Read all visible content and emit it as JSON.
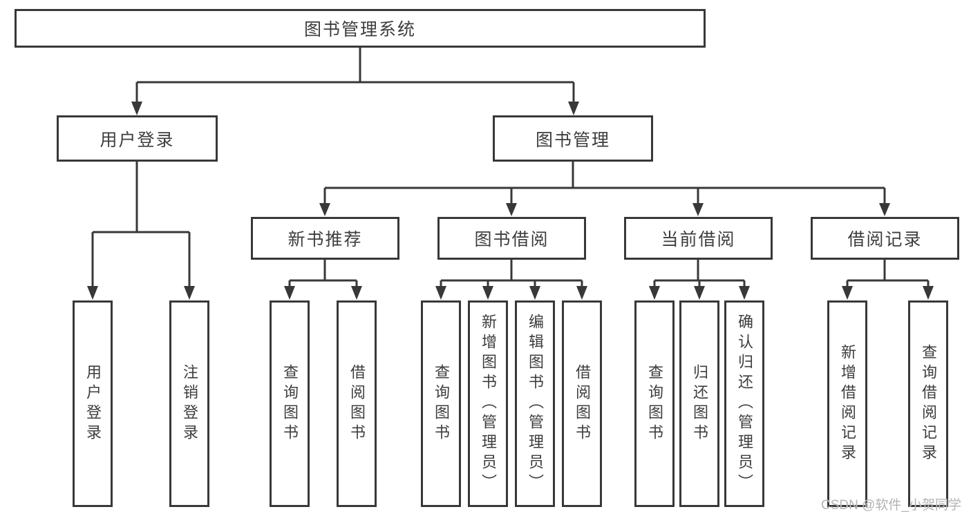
{
  "diagram": {
    "type": "hierarchy-tree",
    "title": "图书管理系统",
    "nodes": {
      "root": {
        "label": "图书管理系统"
      },
      "user_login": {
        "label": "用户登录"
      },
      "book_mgmt": {
        "label": "图书管理"
      },
      "new_book_rec": {
        "label": "新书推荐"
      },
      "book_borrow": {
        "label": "图书借阅"
      },
      "current_borrow": {
        "label": "当前借阅"
      },
      "borrow_records": {
        "label": "借阅记录"
      },
      "leaf_user_login": {
        "label": "用户登录"
      },
      "leaf_logout": {
        "label": "注销登录"
      },
      "leaf_query_book_rec": {
        "label": "查询图书"
      },
      "leaf_borrow_book_rec": {
        "label": "借阅图书"
      },
      "leaf_query_book_borrow": {
        "label": "查询图书"
      },
      "leaf_add_book_admin": {
        "label": "新增图书（管理员）"
      },
      "leaf_edit_book_admin": {
        "label": "编辑图书（管理员）"
      },
      "leaf_borrow_book_borrow": {
        "label": "借阅图书"
      },
      "leaf_query_book_current": {
        "label": "查询图书"
      },
      "leaf_return_book": {
        "label": "归还图书"
      },
      "leaf_confirm_return_admin": {
        "label": "确认归还（管理员）"
      },
      "leaf_add_borrow_record": {
        "label": "新增借阅记录"
      },
      "leaf_query_borrow_record": {
        "label": "查询借阅记录"
      }
    },
    "structure": {
      "root": [
        "user_login",
        "book_mgmt"
      ],
      "user_login": [
        "leaf_user_login",
        "leaf_logout"
      ],
      "book_mgmt": [
        "new_book_rec",
        "book_borrow",
        "current_borrow",
        "borrow_records"
      ],
      "new_book_rec": [
        "leaf_query_book_rec",
        "leaf_borrow_book_rec"
      ],
      "book_borrow": [
        "leaf_query_book_borrow",
        "leaf_add_book_admin",
        "leaf_edit_book_admin",
        "leaf_borrow_book_borrow"
      ],
      "current_borrow": [
        "leaf_query_book_current",
        "leaf_return_book",
        "leaf_confirm_return_admin"
      ],
      "borrow_records": [
        "leaf_add_borrow_record",
        "leaf_query_borrow_record"
      ]
    },
    "colors": {
      "line": "#383838",
      "box_border": "#383838",
      "text": "#3d3d3d",
      "background": "#ffffff",
      "watermark": "#b3b3b3"
    }
  },
  "watermark": {
    "text": "CSDN @软件_小贺同学"
  }
}
